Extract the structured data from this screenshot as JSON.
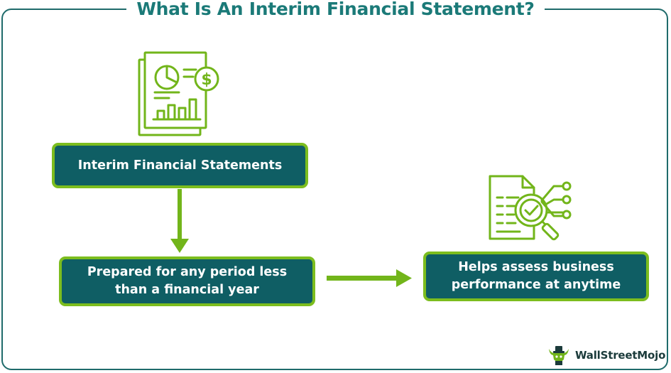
{
  "title": "What Is An Interim Financial Statement?",
  "boxes": {
    "top": "Interim Financial Statements",
    "bottom_left_line1": "Prepared for any period less",
    "bottom_left_line2": "than a financial year",
    "right_line1": "Helps assess business",
    "right_line2": "performance at anytime"
  },
  "icons": [
    "financial-report-icon",
    "document-analysis-icon"
  ],
  "logo": {
    "name": "WallStreetMojo"
  },
  "colors": {
    "title": "#1b7a78",
    "box_fill": "#0f5e64",
    "box_border": "#7cbd1e",
    "arrow": "#72b51a",
    "frame": "#1f6b6b"
  }
}
